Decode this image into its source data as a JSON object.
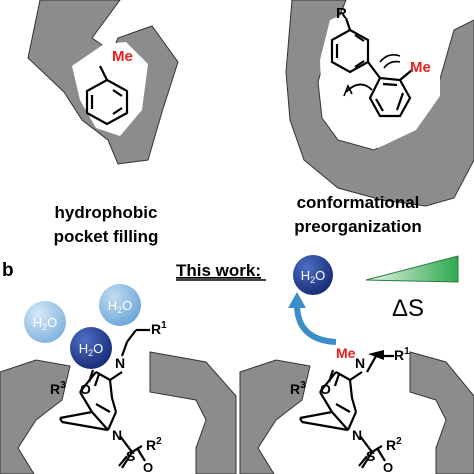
{
  "panel_top": {
    "left_label_line1": "hydrophobic",
    "left_label_line2": "pocket filling",
    "right_label_line1": "conformational",
    "right_label_line2": "preorganization",
    "left_substituent": "Me",
    "right_substituent_r": "R",
    "right_substituent_me": "Me"
  },
  "panel_b": {
    "panel_letter": "b",
    "this_work": "This work:",
    "water_h": "H",
    "water_sub": "2",
    "water_o": "O",
    "entropy_label": "ΔS",
    "left_r1": "R",
    "left_r1_sup": "1",
    "left_r2": "R",
    "left_r2_sup": "2",
    "left_r3": "R",
    "left_r3_sup": "3",
    "right_me": "Me",
    "right_r1": "R",
    "right_r1_sup": "1",
    "right_r2": "R",
    "right_r2_sup": "2",
    "right_r3": "R",
    "right_r3_sup": "3",
    "atom_n": "N",
    "atom_o": "O",
    "atom_s": "S"
  },
  "colors": {
    "pocket_fill": "#8c8c8c",
    "methyl_red": "#e8211e",
    "water_light": "#7fb2de",
    "water_dark": "#1f3a8a",
    "arrow_teal": "#3b8ec8",
    "entropy_green": "#2fa84f"
  }
}
